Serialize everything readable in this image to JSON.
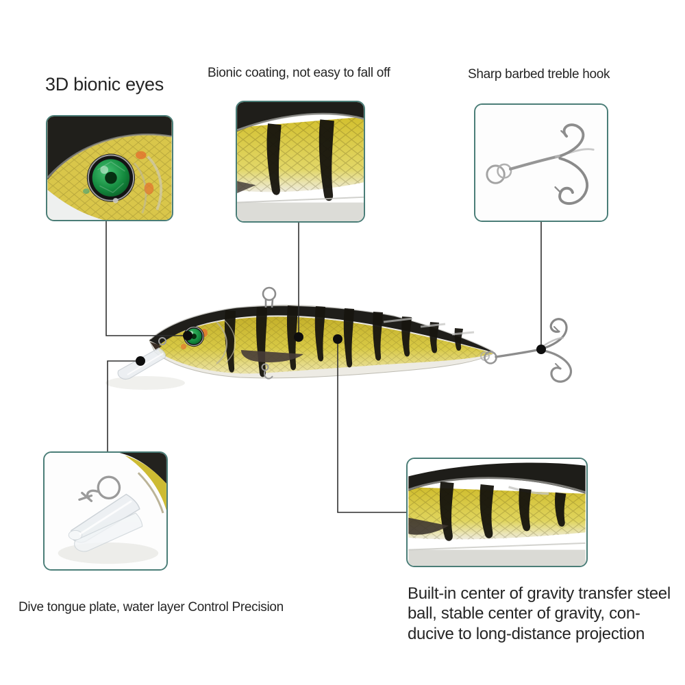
{
  "labels": {
    "eyes": "3D bionic eyes",
    "coating": "Bionic coating, not easy to fall off",
    "hook": "Sharp barbed treble hook",
    "lip": "Dive tongue plate, water layer Control Precision",
    "gravity": "Built-in center of gravity transfer steel\nball, stable center of gravity, con-\nducive to long-distance projection"
  },
  "colors": {
    "background": "#ffffff",
    "box_border": "#4a7d77",
    "callout_line": "#2f2f2f",
    "callout_dot": "#0d0d0d",
    "text": "#252525",
    "lure_back": "#1f1e1a",
    "lure_yellow": "#cdb92e",
    "lure_belly": "#edebe4",
    "eye_green": "#1b8f43",
    "orange_accent": "#e2762f",
    "hook_silver": "#8d8d8d"
  },
  "icons": {
    "eyes_thumbnail": "lure-eye-closeup",
    "coating_thumbnail": "lure-coating-closeup",
    "hook_thumbnail": "treble-hook-closeup",
    "lip_thumbnail": "dive-lip-closeup",
    "gravity_thumbnail": "lure-belly-closeup"
  }
}
